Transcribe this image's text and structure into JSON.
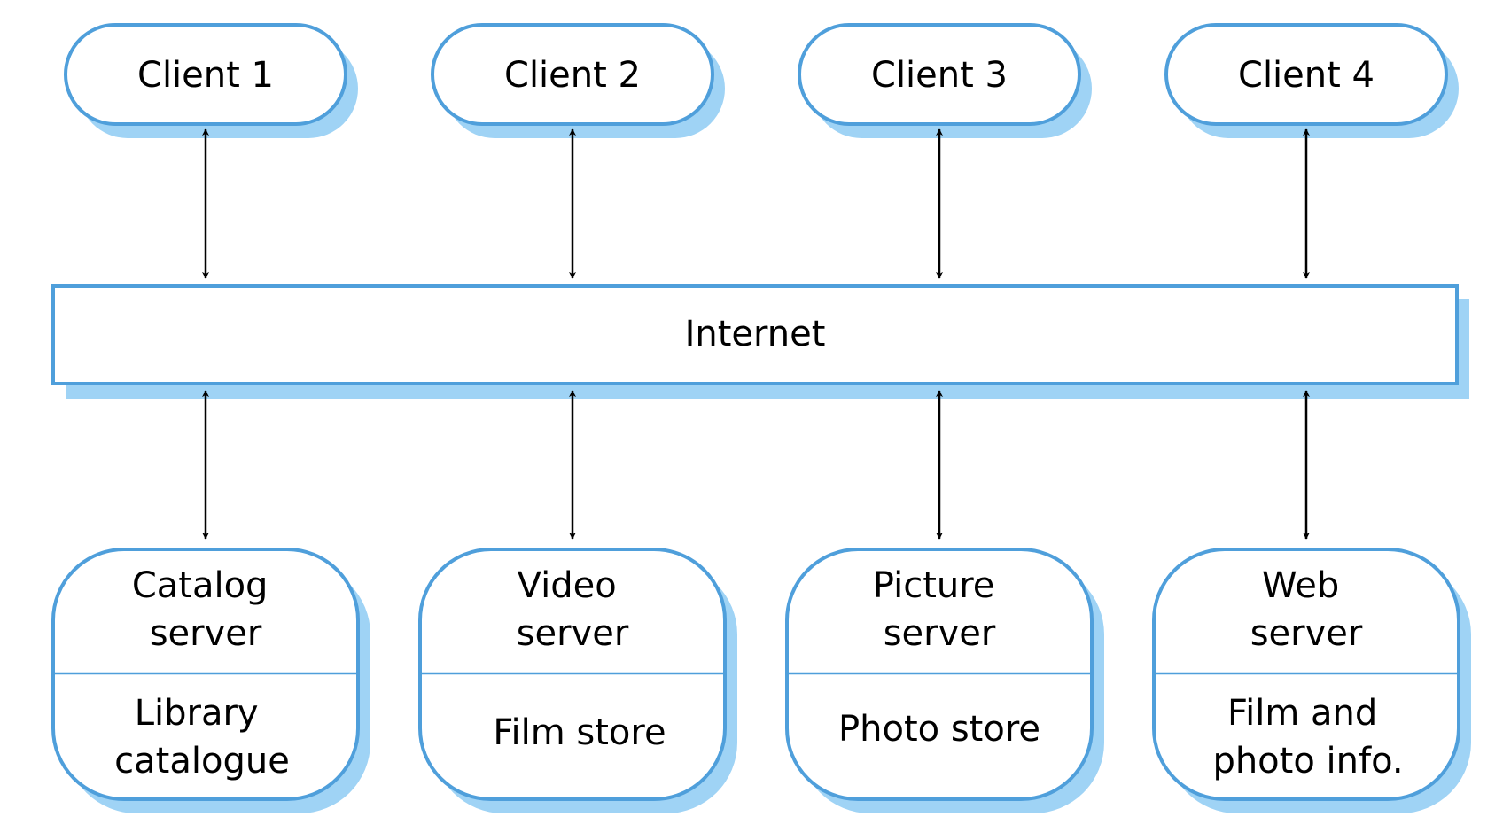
{
  "colors": {
    "border": "#4f9fdb",
    "shadow": "#9fd3f5",
    "fill": "#ffffff",
    "text": "#000000",
    "arrow": "#000000"
  },
  "clients": [
    {
      "label": "Client 1"
    },
    {
      "label": "Client 2"
    },
    {
      "label": "Client 3"
    },
    {
      "label": "Client 4"
    }
  ],
  "network": {
    "label": "Internet"
  },
  "servers": [
    {
      "name_lines": [
        "Catalog",
        "server"
      ],
      "store_lines": [
        "Library",
        "catalogue"
      ]
    },
    {
      "name_lines": [
        "Video",
        "server"
      ],
      "store_lines": [
        "Film store"
      ]
    },
    {
      "name_lines": [
        "Picture",
        "server"
      ],
      "store_lines": [
        "Photo store"
      ]
    },
    {
      "name_lines": [
        "Web",
        "server"
      ],
      "store_lines": [
        "Film and",
        "photo info."
      ]
    }
  ]
}
